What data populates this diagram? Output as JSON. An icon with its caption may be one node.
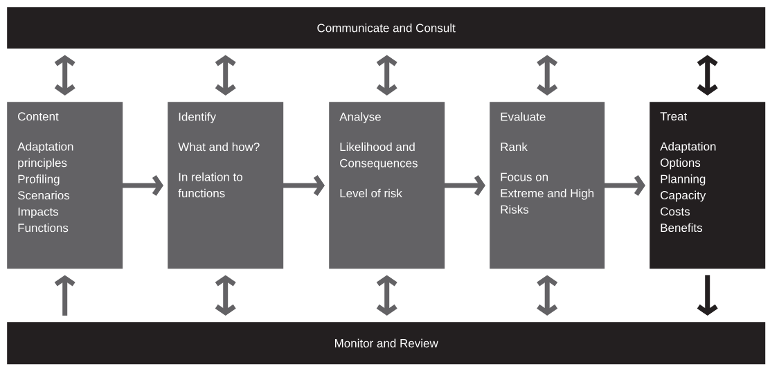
{
  "diagram": {
    "nodes": [
      {
        "text": [
          "Communicate and Consult"
        ]
      },
      {
        "text": [
          "Content",
          "Adaptation principles",
          "Profiling",
          "Scenarios",
          "Impacts",
          "Functions"
        ]
      },
      {
        "text": [
          "Identify",
          "What and how?",
          "In relation to functions"
        ]
      },
      {
        "text": [
          "Analyse",
          "Likelihood and Consequences",
          "Level of risk"
        ]
      },
      {
        "text": [
          "Evaluate",
          "Rank",
          "Focus on Extreme and High Risks"
        ]
      },
      {
        "text": [
          "Treat",
          "Adaptation Options",
          "Planning",
          "Capacity",
          "Costs",
          "Benefits"
        ]
      },
      {
        "text": [
          "Monitor and Review"
        ]
      }
    ],
    "edges": [
      {
        "from": 0,
        "to": 1,
        "arrow": "both"
      },
      {
        "from": 0,
        "to": 2,
        "arrow": "both"
      },
      {
        "from": 0,
        "to": 3,
        "arrow": "both"
      },
      {
        "from": 0,
        "to": 4,
        "arrow": "both"
      },
      {
        "from": 0,
        "to": 5,
        "arrow": "both",
        "color": "#231f20"
      },
      {
        "from": 1,
        "to": 2,
        "arrow": "to"
      },
      {
        "from": 2,
        "to": 3,
        "arrow": "to"
      },
      {
        "from": 3,
        "to": 4,
        "arrow": "to"
      },
      {
        "from": 4,
        "to": 5,
        "arrow": "to"
      },
      {
        "from": 6,
        "to": 1,
        "arrow": "to"
      },
      {
        "from": 2,
        "to": 6,
        "arrow": "both"
      },
      {
        "from": 3,
        "to": 6,
        "arrow": "both"
      },
      {
        "from": 4,
        "to": 6,
        "arrow": "both"
      },
      {
        "from": 5,
        "to": 6,
        "arrow": "to",
        "color": "#231f20"
      }
    ]
  }
}
